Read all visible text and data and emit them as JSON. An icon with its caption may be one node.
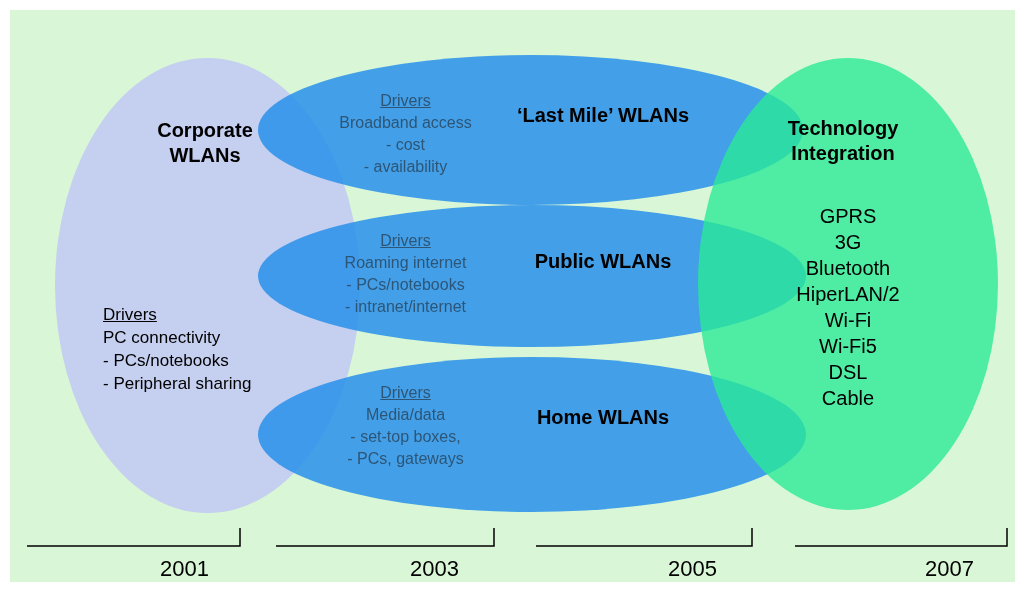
{
  "diagram": {
    "nodes": [
      {
        "text": [
          "Corporate WLANs",
          "Drivers",
          "PC connectivity",
          "- PCs/notebooks",
          "- Peripheral sharing"
        ]
      },
      {
        "text": [
          "‘Last Mile’ WLANs",
          "Drivers",
          "Broadband access",
          "- cost",
          "- availability"
        ]
      },
      {
        "text": [
          "Public WLANs",
          "Drivers",
          "Roaming internet",
          "- PCs/notebooks",
          "- intranet/internet"
        ]
      },
      {
        "text": [
          "Home WLANs",
          "Drivers",
          "Media/data",
          "- set-top boxes,",
          "- PCs, gateways"
        ]
      },
      {
        "text": [
          "Technology Integration",
          "GPRS",
          "3G",
          "Bluetooth",
          "HiperLAN/2",
          "Wi-Fi",
          "Wi-Fi5",
          "DSL",
          "Cable"
        ]
      }
    ],
    "labels": [
      "2001",
      "2003",
      "2005",
      "2007"
    ]
  }
}
